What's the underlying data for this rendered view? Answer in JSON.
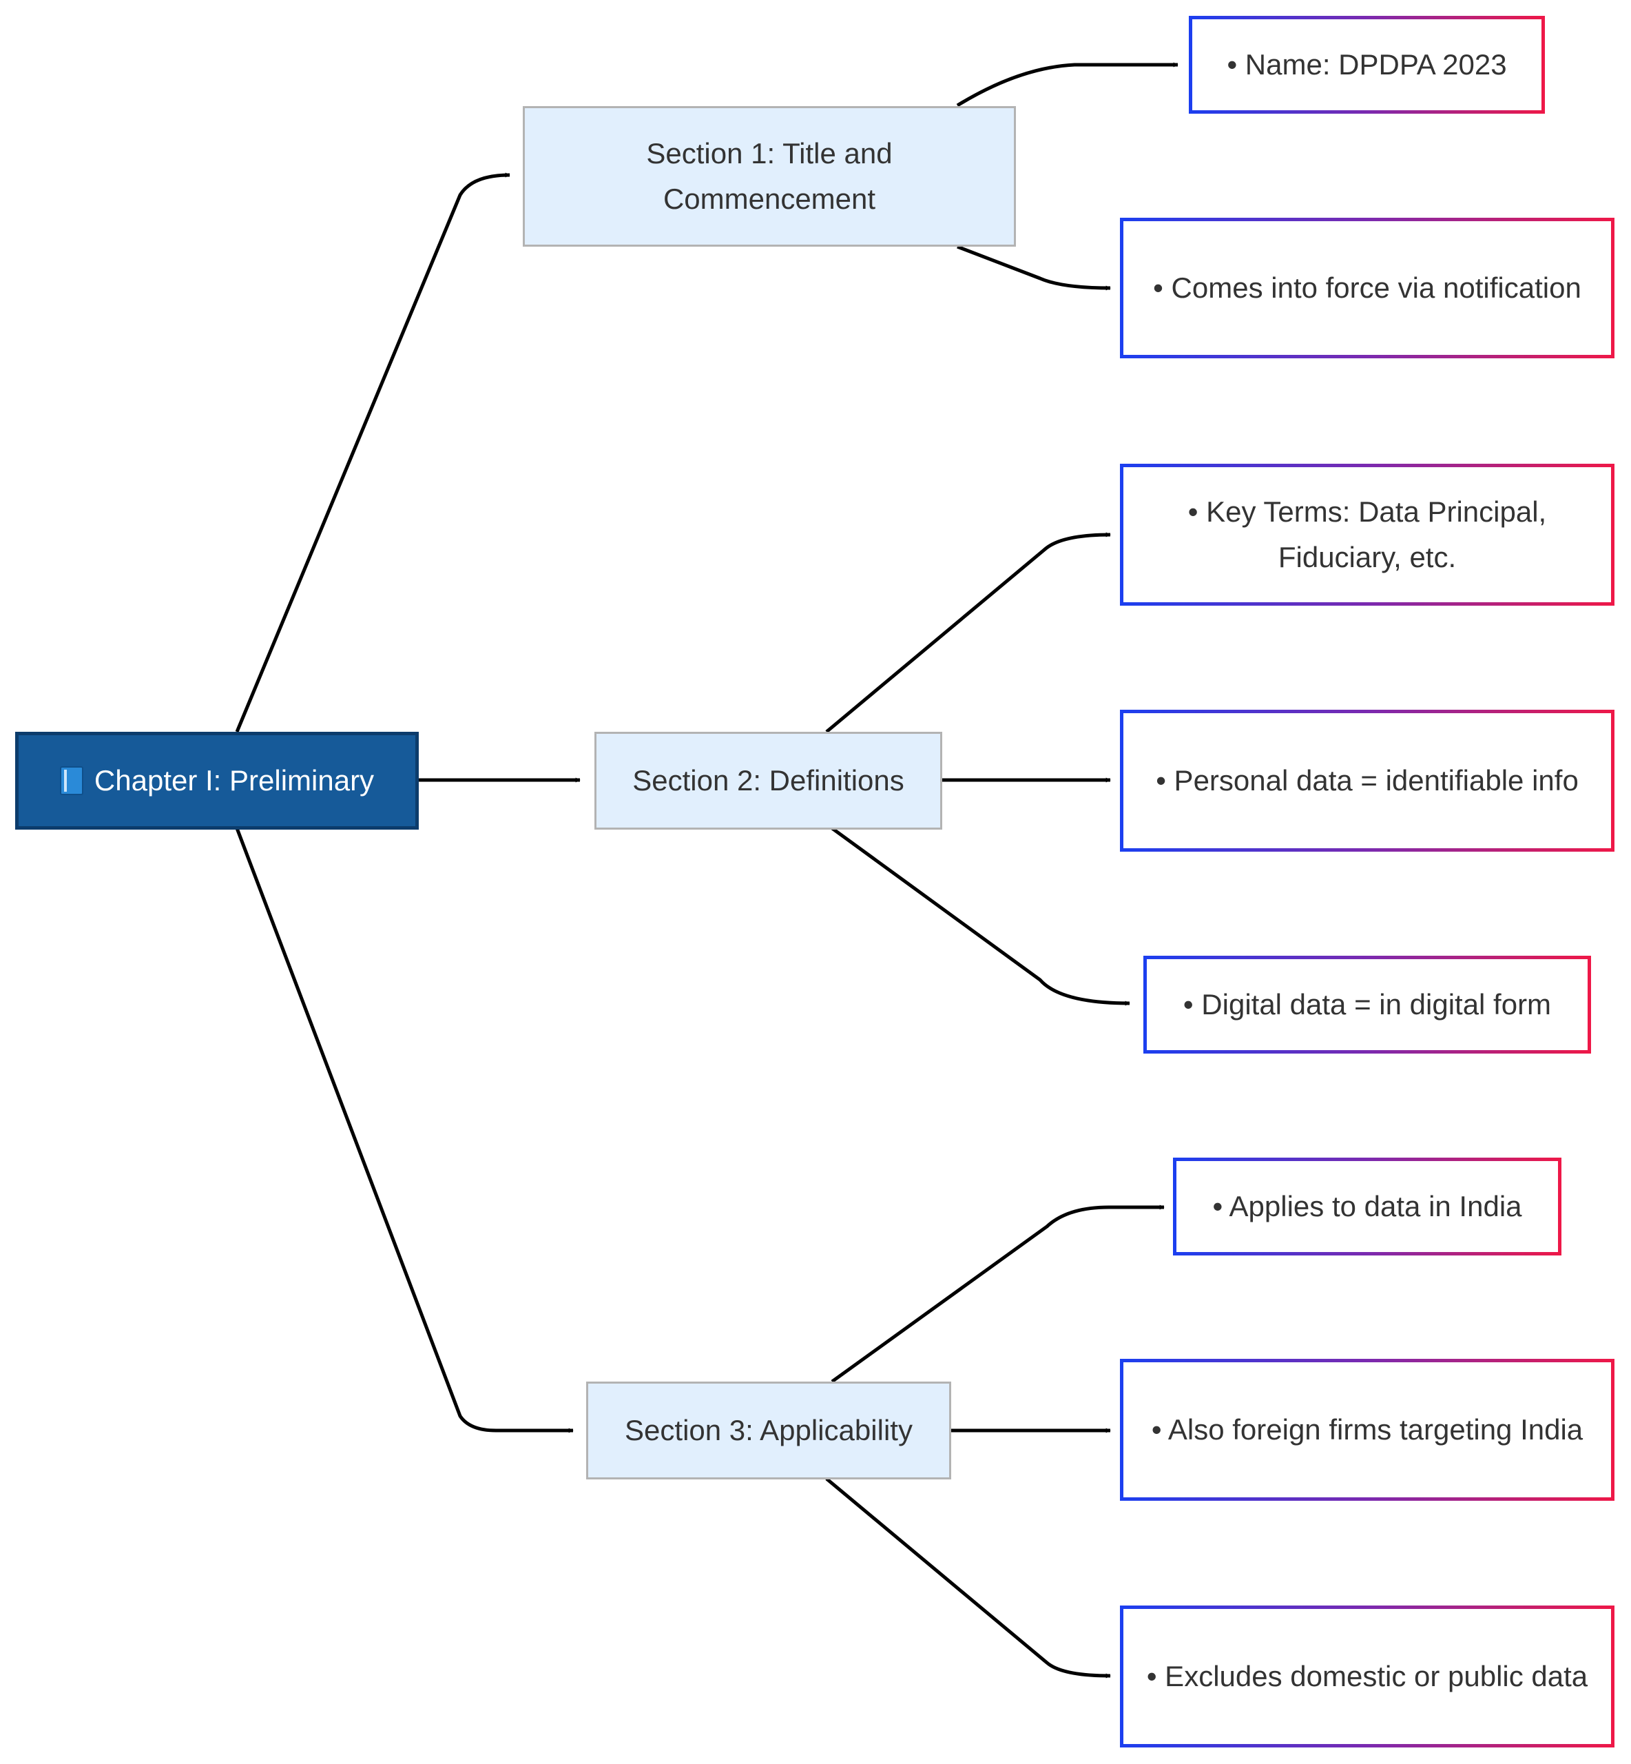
{
  "root": {
    "label": "Chapter I: Preliminary",
    "icon": "book-icon",
    "fill": "#165a99"
  },
  "sections": [
    {
      "label": "Section 1: Title and Commencement"
    },
    {
      "label": "Section 2: Definitions"
    },
    {
      "label": "Section 3: Applicability"
    }
  ],
  "details": [
    {
      "label": "• Name: DPDPA 2023"
    },
    {
      "label": "• Comes into force via notification"
    },
    {
      "label": "• Key Terms: Data Principal, Fiduciary, etc."
    },
    {
      "label": "• Personal data = identifiable info"
    },
    {
      "label": "• Digital data = in digital form"
    },
    {
      "label": "• Applies to data in India"
    },
    {
      "label": "• Also foreign firms targeting India"
    },
    {
      "label": "• Excludes domestic or public data"
    }
  ],
  "colors": {
    "section_fill": "#e1effd",
    "leaf_border_start": "#1b3ff0",
    "leaf_border_end": "#ef1847",
    "edge": "#000000"
  }
}
